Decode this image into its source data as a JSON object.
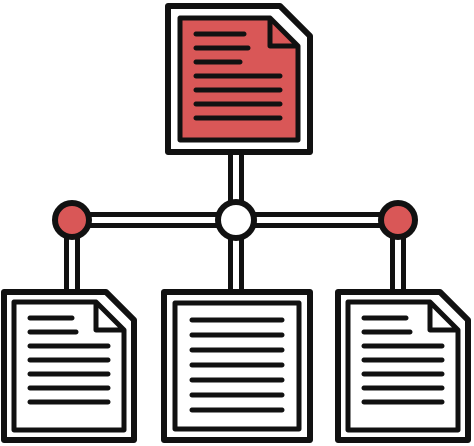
{
  "icon": "document-hierarchy-network-icon",
  "colors": {
    "outline": "#111111",
    "accent": "#d95757",
    "paper": "#ffffff",
    "background": "#ffffff"
  },
  "nodes": [
    {
      "name": "root-document",
      "role": "parent",
      "fill": "accent"
    },
    {
      "name": "left-document",
      "role": "child",
      "fill": "paper"
    },
    {
      "name": "center-document",
      "role": "child",
      "fill": "paper"
    },
    {
      "name": "right-document",
      "role": "child",
      "fill": "paper"
    }
  ],
  "connectors": [
    "left-joint",
    "center-joint",
    "right-joint"
  ]
}
